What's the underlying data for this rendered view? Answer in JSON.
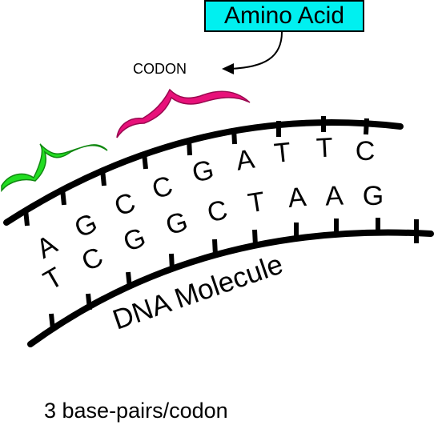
{
  "labels": {
    "amino_acid": "Amino Acid",
    "codon": "CODON",
    "molecule": "DNA Molecule",
    "caption": "3 base-pairs/codon"
  },
  "strands": {
    "top": [
      "A",
      "G",
      "C",
      "C",
      "G",
      "A",
      "T",
      "T",
      "C"
    ],
    "bottom": [
      "T",
      "C",
      "G",
      "G",
      "C",
      "T",
      "A",
      "A",
      "G"
    ]
  },
  "colors": {
    "amino_box": "#00f0f0",
    "codon_bracket_1": "#22dd22",
    "codon_bracket_2": "#e8117a",
    "ink": "#000000"
  }
}
